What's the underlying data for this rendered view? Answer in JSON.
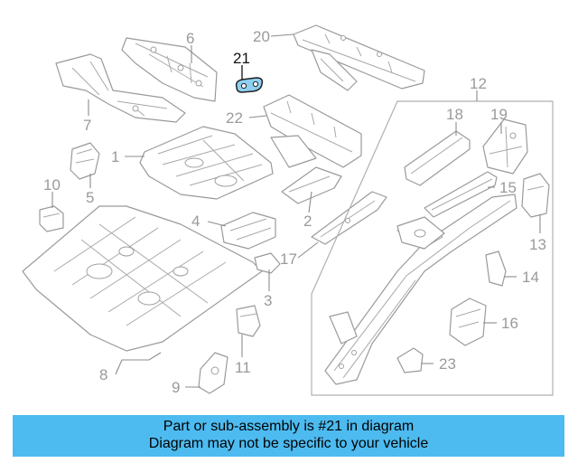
{
  "diagram": {
    "callouts": [
      {
        "id": "1",
        "label": "1"
      },
      {
        "id": "2",
        "label": "2"
      },
      {
        "id": "3",
        "label": "3"
      },
      {
        "id": "4",
        "label": "4"
      },
      {
        "id": "5",
        "label": "5"
      },
      {
        "id": "6",
        "label": "6"
      },
      {
        "id": "7",
        "label": "7"
      },
      {
        "id": "8",
        "label": "8"
      },
      {
        "id": "9",
        "label": "9"
      },
      {
        "id": "10",
        "label": "10"
      },
      {
        "id": "11",
        "label": "11"
      },
      {
        "id": "12",
        "label": "12"
      },
      {
        "id": "13",
        "label": "13"
      },
      {
        "id": "14",
        "label": "14"
      },
      {
        "id": "15",
        "label": "15"
      },
      {
        "id": "16",
        "label": "16"
      },
      {
        "id": "17",
        "label": "17"
      },
      {
        "id": "18",
        "label": "18"
      },
      {
        "id": "19",
        "label": "19"
      },
      {
        "id": "20",
        "label": "20"
      },
      {
        "id": "21",
        "label": "21",
        "highlighted": true
      },
      {
        "id": "22",
        "label": "22"
      },
      {
        "id": "23",
        "label": "23"
      }
    ],
    "highlight_color": "#8fd0f2"
  },
  "banner": {
    "line1": "Part or sub-assembly is #21 in diagram",
    "line2": "Diagram may not be specific to your vehicle",
    "background": "#4dbbf0"
  }
}
